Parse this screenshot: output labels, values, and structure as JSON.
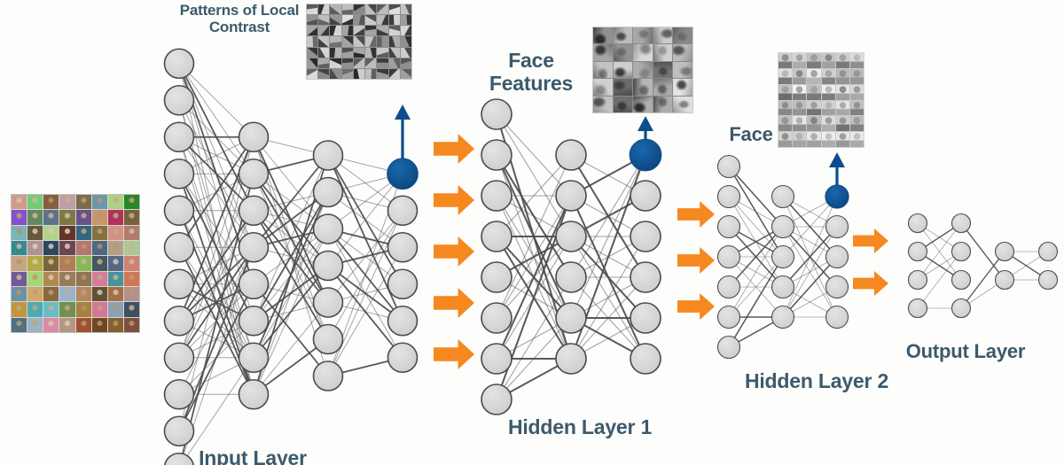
{
  "diagram": {
    "title_semantic": "deep-neural-network-face-recognition-pipeline",
    "colors": {
      "background": "#fdfdfc",
      "label_text": "#3c5a6b",
      "node_fill": "#d4d4d4",
      "node_stroke": "#4a4a4a",
      "highlight_node": "#0e4d8c",
      "arrow_orange": "#f5881f",
      "edge": "#555555"
    },
    "labels": {
      "patterns_of_local_contrast": "Patterns of Local\nContrast",
      "face_features": "Face\nFeatures",
      "face": "Face",
      "input_layer": "Input Layer",
      "hidden_layer_1": "Hidden Layer 1",
      "hidden_layer_2": "Hidden Layer 2",
      "output_layer": "Output Layer"
    },
    "thumbnails": [
      {
        "name": "input-face-photo-grid",
        "kind": "color-photo-grid",
        "columns": 8,
        "rows": 9,
        "description": "grid of color portrait photographs"
      },
      {
        "name": "patterns-of-local-contrast-grid",
        "kind": "grayscale-filter-grid",
        "columns": 9,
        "rows": 7,
        "description": "grayscale edge and blob filter patches"
      },
      {
        "name": "face-features-grid",
        "kind": "grayscale-parts-grid",
        "columns": 5,
        "rows": 5,
        "description": "grayscale eyes, noses and mouth patches"
      },
      {
        "name": "face-grid",
        "kind": "grayscale-face-grid",
        "columns": 6,
        "rows": 6,
        "description": "grayscale whole-face thumbnails"
      }
    ],
    "network": {
      "input_layer": {
        "name": "input-layer",
        "node_counts": [
          12,
          8,
          7,
          6
        ],
        "highlight_index": {
          "column": 3,
          "row": 0
        }
      },
      "hidden_layer_1": {
        "name": "hidden-layer-1",
        "node_counts": [
          8,
          6,
          6
        ],
        "highlight_index": {
          "column": 2,
          "row": 0
        }
      },
      "hidden_layer_2": {
        "name": "hidden-layer-2",
        "node_counts": [
          7,
          5,
          5
        ],
        "highlight_index": {
          "column": 2,
          "row": 0
        }
      },
      "output_layer": {
        "name": "output-layer",
        "node_counts": [
          4,
          4,
          2,
          2
        ],
        "highlight_index": null
      }
    },
    "arrow_groups": [
      {
        "name": "arrows-input-to-hidden1",
        "count": 5
      },
      {
        "name": "arrows-hidden1-to-hidden2",
        "count": 3
      },
      {
        "name": "arrows-hidden2-to-output",
        "count": 2
      }
    ],
    "callout_arrows": [
      {
        "name": "callout-arrow-patterns",
        "points_to": "patterns-of-local-contrast-grid"
      },
      {
        "name": "callout-arrow-face-features",
        "points_to": "face-features-grid"
      },
      {
        "name": "callout-arrow-face",
        "points_to": "face-grid"
      }
    ]
  }
}
